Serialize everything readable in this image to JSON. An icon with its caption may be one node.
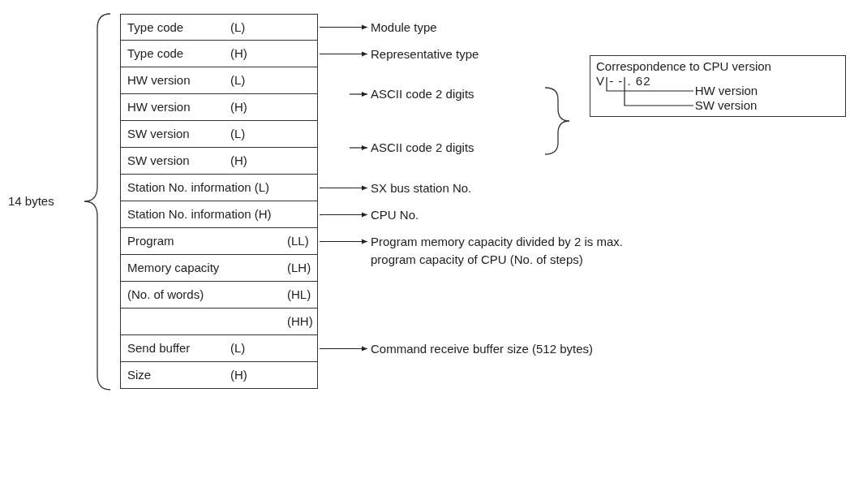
{
  "diagram": {
    "nodes": [
      {
        "text": [
          "Type code",
          "(L)"
        ]
      },
      {
        "text": [
          "Type code",
          "(H)"
        ]
      },
      {
        "text": [
          "HW version",
          "(L)"
        ]
      },
      {
        "text": [
          "HW version",
          "(H)"
        ]
      },
      {
        "text": [
          "SW version",
          "(L)"
        ]
      },
      {
        "text": [
          "SW version",
          "(H)"
        ]
      },
      {
        "text": [
          "Station No. information (L)"
        ]
      },
      {
        "text": [
          "Station No. information (H)"
        ]
      },
      {
        "text": [
          "Program",
          "(LL)"
        ]
      },
      {
        "text": [
          "Memory capacity",
          "(LH)"
        ]
      },
      {
        "text": [
          "(No. of words)",
          "(HL)"
        ]
      },
      {
        "text": [
          "(HH)"
        ]
      },
      {
        "text": [
          "Send buffer",
          "(L)"
        ]
      },
      {
        "text": [
          "Size",
          "(H)"
        ]
      },
      {
        "text": [
          "Module type"
        ]
      },
      {
        "text": [
          "Representative type"
        ]
      },
      {
        "text": [
          "ASCII code 2 digits"
        ]
      },
      {
        "text": [
          "ASCII code 2 digits"
        ]
      },
      {
        "text": [
          "SX bus station No."
        ]
      },
      {
        "text": [
          "CPU No."
        ]
      },
      {
        "text": [
          "Program memory capacity divided by 2 is max. program capacity of CPU (No. of steps)"
        ]
      },
      {
        "text": [
          "Command receive buffer size (512 bytes)"
        ]
      },
      {
        "text": [
          "Correspondence to CPU version",
          "V - - . 62"
        ]
      },
      {
        "text": [
          "HW version"
        ],
        "in": 22
      },
      {
        "text": [
          "SW version"
        ],
        "in": 22
      }
    ],
    "edges": [
      {
        "from": 0,
        "to": 14,
        "arrow": "to"
      },
      {
        "from": 1,
        "to": 15,
        "arrow": "to"
      },
      {
        "from": null,
        "to": 16,
        "arrow": "to"
      },
      {
        "from": null,
        "to": 17,
        "arrow": "to"
      },
      {
        "from": 6,
        "to": 18,
        "arrow": "to"
      },
      {
        "from": 7,
        "to": 19,
        "arrow": "to"
      },
      {
        "from": 8,
        "to": 20,
        "arrow": "to"
      },
      {
        "from": 12,
        "to": 21,
        "arrow": "to"
      },
      {
        "from": 23,
        "to": null,
        "arrow": "none"
      },
      {
        "from": 24,
        "to": null,
        "arrow": "none"
      }
    ],
    "labels": [
      "14 bytes"
    ]
  }
}
